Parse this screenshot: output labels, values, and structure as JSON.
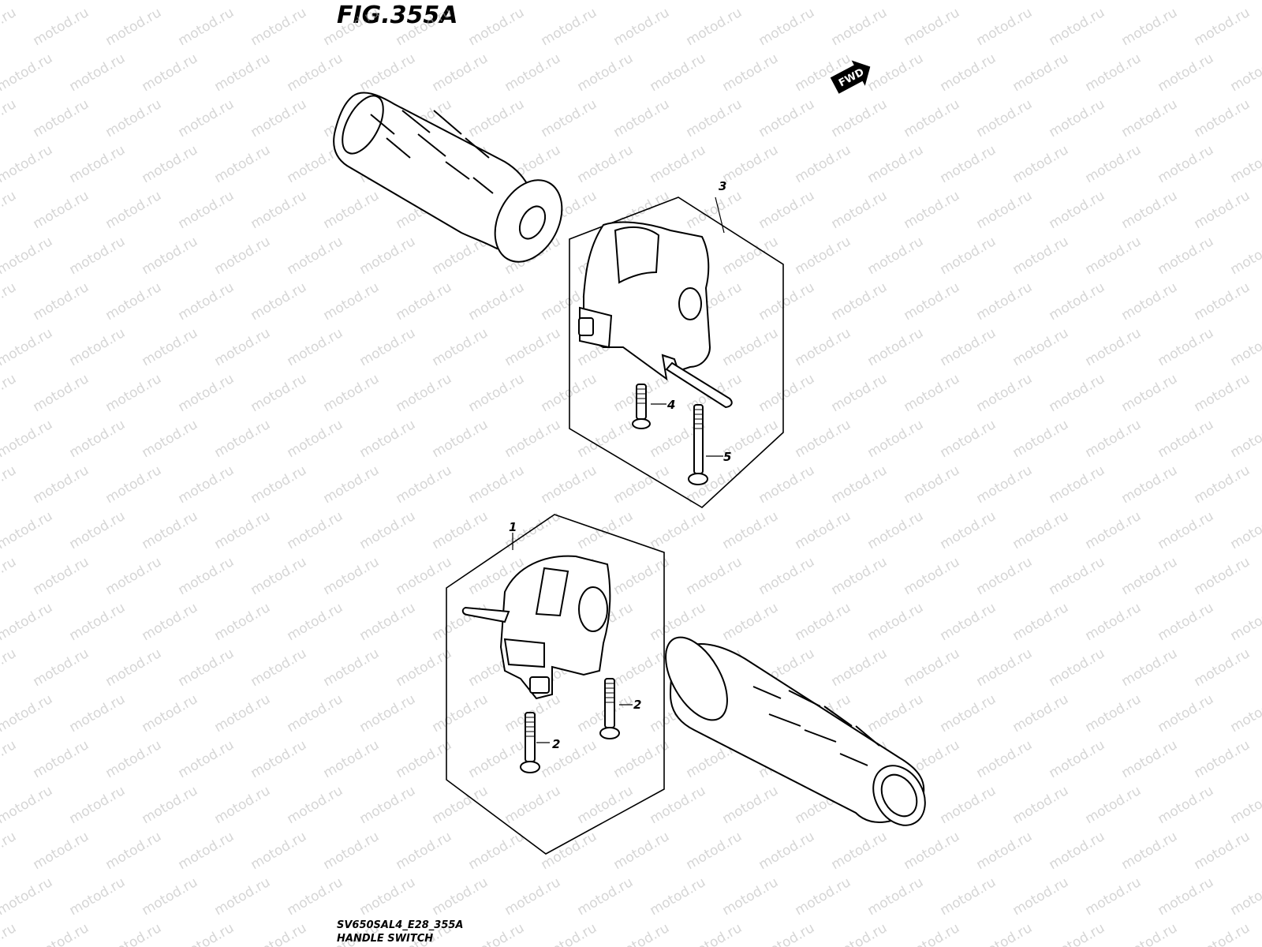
{
  "figure": {
    "title": "FIG.355A",
    "code": "SV650SAL4_E28_355A",
    "name": "HANDLE SWITCH"
  },
  "direction_badge": {
    "label": "FWD",
    "icon": "forward-arrow-icon"
  },
  "watermark": {
    "text": "motod.ru",
    "color": "#b4b4b4"
  },
  "callouts": [
    {
      "number": "1",
      "part": "left-handle-switch"
    },
    {
      "number": "2",
      "part": "screw"
    },
    {
      "number": "2",
      "part": "screw"
    },
    {
      "number": "3",
      "part": "right-handle-switch"
    },
    {
      "number": "4",
      "part": "screw"
    },
    {
      "number": "5",
      "part": "screw-long"
    }
  ]
}
